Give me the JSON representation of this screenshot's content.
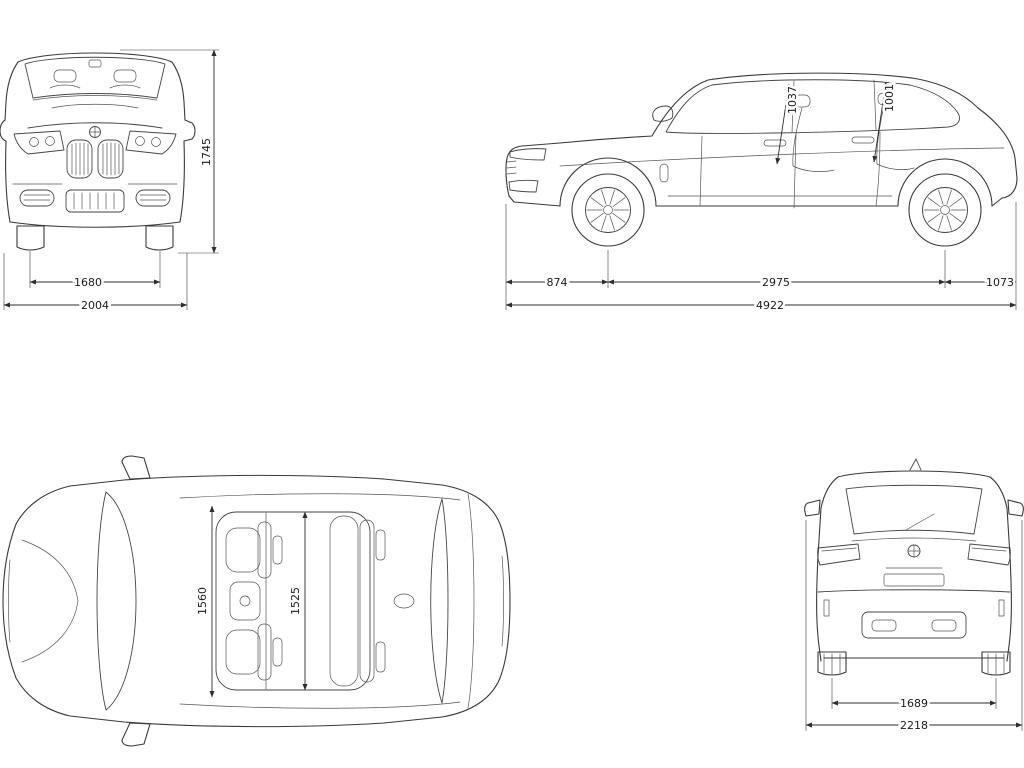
{
  "colors": {
    "background": "#ffffff",
    "line": "#3a3a3a",
    "label": "#1b1b1b"
  },
  "views": {
    "front": {
      "height_mm": "1745",
      "track_width_mm": "1680",
      "overall_width_mm": "2004"
    },
    "side": {
      "front_headroom_mm": "1037",
      "rear_headroom_mm": "1001",
      "front_overhang_mm": "874",
      "wheelbase_mm": "2975",
      "rear_overhang_mm": "1073",
      "overall_length_mm": "4922"
    },
    "top": {
      "front_interior_width_mm": "1560",
      "rear_interior_width_mm": "1525"
    },
    "rear": {
      "track_width_mm": "1689",
      "overall_width_with_mirrors_mm": "2218"
    }
  }
}
